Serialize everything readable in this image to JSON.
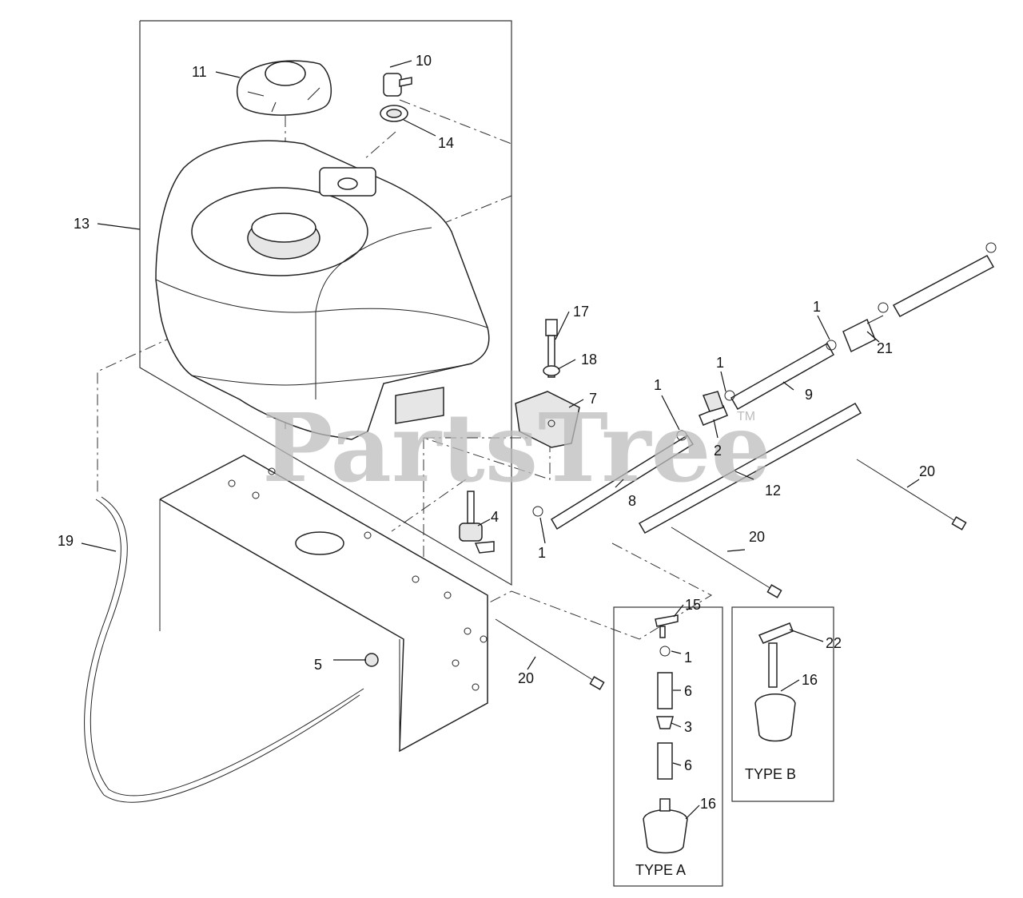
{
  "watermark": {
    "text": "PartsTree",
    "tm": "TM"
  },
  "callouts": {
    "c1a": "1",
    "c1b": "1",
    "c1c": "1",
    "c1d": "1",
    "c1e": "1",
    "c2": "2",
    "c3": "3",
    "c4": "4",
    "c5": "5",
    "c6a": "6",
    "c6b": "6",
    "c7": "7",
    "c8": "8",
    "c9": "9",
    "c10": "10",
    "c11": "11",
    "c12": "12",
    "c13": "13",
    "c14": "14",
    "c15": "15",
    "c16a": "16",
    "c16b": "16",
    "c17": "17",
    "c18": "18",
    "c19": "19",
    "c20a": "20",
    "c20b": "20",
    "c20c": "20",
    "c21": "21",
    "c22": "22"
  },
  "types": {
    "a": "TYPE A",
    "b": "TYPE B"
  }
}
